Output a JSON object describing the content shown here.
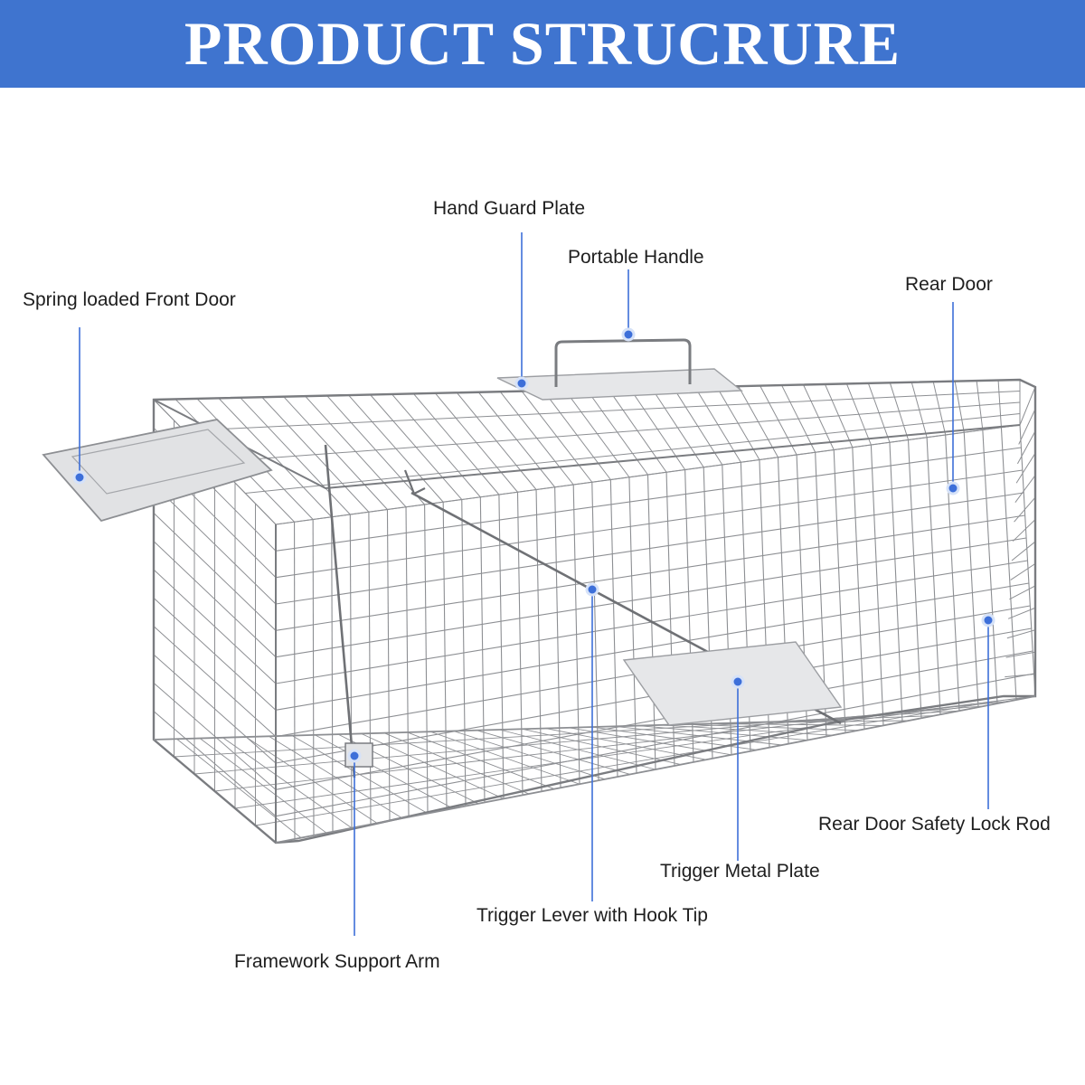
{
  "header": {
    "title": "PRODUCT STRUCRURE"
  },
  "colors": {
    "banner": "#3f74cf",
    "callout": "#3d6fd9",
    "wire": "#8d8f93"
  },
  "labels": {
    "hand_guard_plate": "Hand Guard Plate",
    "portable_handle": "Portable Handle",
    "front_door": "Spring loaded Front Door",
    "rear_door": "Rear Door",
    "rear_lock_rod": "Rear Door Safety Lock Rod",
    "trigger_plate": "Trigger Metal Plate",
    "trigger_lever": "Trigger Lever with Hook Tip",
    "support_arm": "Framework Support Arm"
  }
}
